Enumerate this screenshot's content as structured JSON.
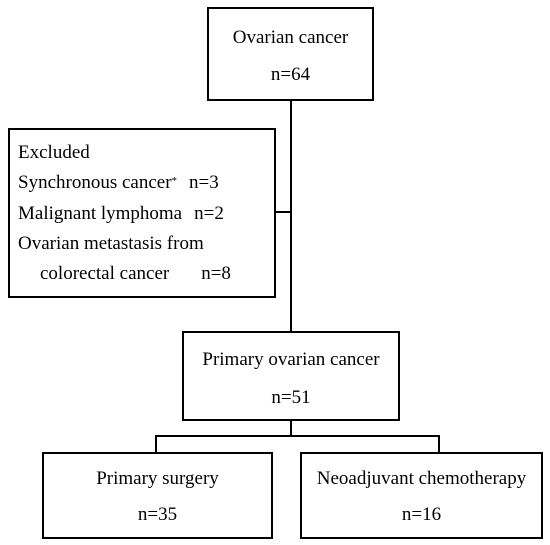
{
  "top": {
    "title": "Ovarian cancer",
    "n": "n=64"
  },
  "excluded": {
    "heading": "Excluded",
    "items": [
      {
        "label": "Synchronous cancer",
        "mark": "*",
        "n": "n=3"
      },
      {
        "label": "Malignant lymphoma",
        "n": "n=2"
      },
      {
        "label": "Ovarian metastasis from",
        "n": ""
      },
      {
        "label": "colorectal cancer",
        "n": "n=8"
      }
    ]
  },
  "middle": {
    "title": "Primary ovarian cancer",
    "n": "n=51"
  },
  "left_branch": {
    "title": "Primary surgery",
    "n": "n=35"
  },
  "right_branch": {
    "title": "Neoadjuvant chemotherapy",
    "n": "n=16"
  }
}
